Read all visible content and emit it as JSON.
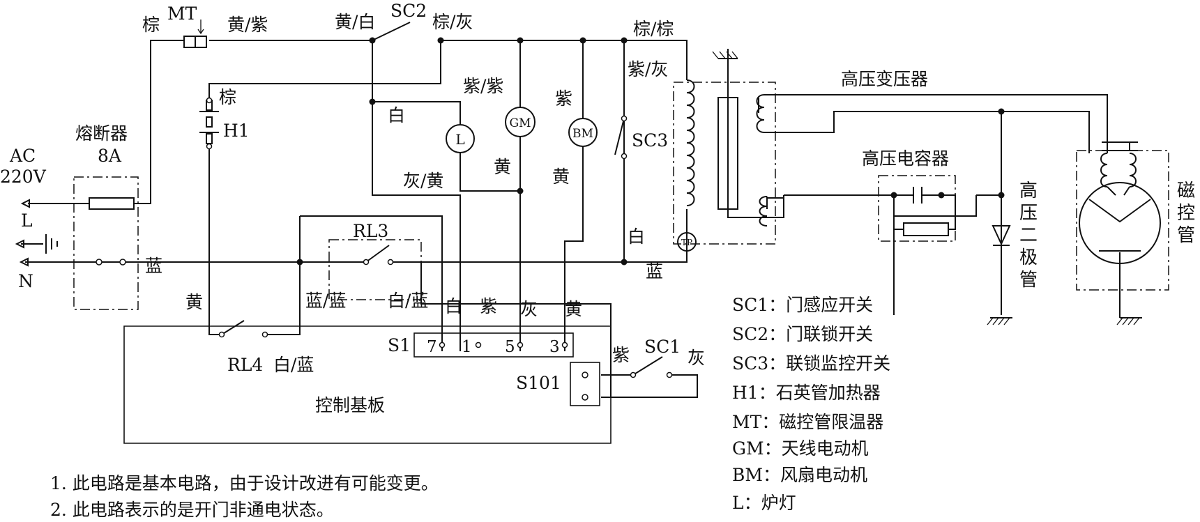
{
  "supply": {
    "ac": "AC",
    "voltage": "220V",
    "live": "L",
    "neutral": "N",
    "fuse_name": "熔断器",
    "fuse_rating": "8A"
  },
  "components": {
    "mt": "MT",
    "sc2": "SC2",
    "sc3": "SC3",
    "h1": "H1",
    "lamp": "L",
    "gm": "GM",
    "bm": "BM",
    "tp": "TP",
    "rl3": "RL3",
    "rl4": "RL4",
    "s1": "S1",
    "s101": "S101",
    "sc1": "SC1",
    "s1_pins": [
      "7",
      "1",
      "5",
      "3"
    ],
    "hv_transformer": "高压变压器",
    "hv_capacitor": "高压电容器",
    "hv_diode": "高压二极管",
    "magnetron": "磁控管",
    "control_board": "控制基板"
  },
  "wire_labels": {
    "brown": "棕",
    "yellow_purple": "黄/紫",
    "yellow_white": "黄/白",
    "brown_gray": "棕/灰",
    "brown_brown": "棕/棕",
    "purple_gray": "紫/灰",
    "brown_h1": "棕",
    "purple_purple": "紫/紫",
    "purple_bm": "紫",
    "white": "白",
    "gray_yellow": "灰/黄",
    "yellow_gm": "黄",
    "yellow_bm": "黄",
    "white_right": "白",
    "blue_right": "蓝",
    "blue_left": "蓝",
    "yellow_left": "黄",
    "blue_blue": "蓝/蓝",
    "white_blue": "白/蓝",
    "s1_white": "白",
    "s1_purple": "紫",
    "s1_gray": "灰",
    "s1_yellow": "黄",
    "rl4_white_blue": "白/蓝",
    "sc1_purple": "紫",
    "sc1_gray": "灰"
  },
  "legend": [
    "SC1：门感应开关",
    "SC2：门联锁开关",
    "SC3：联锁监控开关",
    "H1：石英管加热器",
    "MT：磁控管限温器",
    "GM：天线电动机",
    "BM：风扇电动机",
    "L：炉灯"
  ],
  "notes": [
    "1. 此电路是基本电路，由于设计改进有可能变更。",
    "2. 此电路表示的是开门非通电状态。"
  ]
}
